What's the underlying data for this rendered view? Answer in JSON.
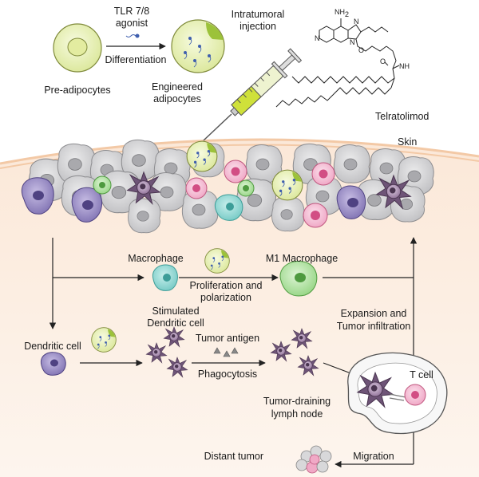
{
  "labels": {
    "tlr": "TLR 7/8",
    "agonist": "agonist",
    "differentiation": "Differentiation",
    "pre_adipocytes": "Pre-adipocytes",
    "engineered_1": "Engineered",
    "engineered_2": "adipocytes",
    "intratumoral_1": "Intratumoral",
    "intratumoral_2": "injection",
    "telratolimod": "Telratolimod",
    "skin": "Skin",
    "macrophage": "Macrophage",
    "m1_macrophage": "M1 Macrophage",
    "proliferation_1": "Proliferation and",
    "proliferation_2": "polarization",
    "stimulated_1": "Stimulated",
    "stimulated_2": "Dendritic cell",
    "tumor_antigen": "Tumor antigen",
    "phagocytosis": "Phagocytosis",
    "dendritic_cell": "Dendritic cell",
    "expansion_1": "Expansion and",
    "expansion_2": "Tumor infiltration",
    "tumor_draining_1": "Tumor-draining",
    "tumor_draining_2": "lymph node",
    "t_cell": "T cell",
    "distant_tumor": "Distant tumor",
    "migration": "Migration"
  },
  "molecule": {
    "nh2": "NH",
    "nh2_sub": "2",
    "n1": "N",
    "n2": "N",
    "n3": "N",
    "o1": "O",
    "o2": "O",
    "nh": "NH"
  },
  "colors": {
    "adipocyte_fill": "#e6efa6",
    "skin_bg": "#fdf3ea",
    "tumor_cell": "#cfcfd1",
    "dendritic": "#8a6a92",
    "macrophage": "#7fd0cc",
    "m1_macrophage": "#9fd98f",
    "t_cell": "#ee9fc0",
    "syringe_barrel": "#d0e23a"
  }
}
